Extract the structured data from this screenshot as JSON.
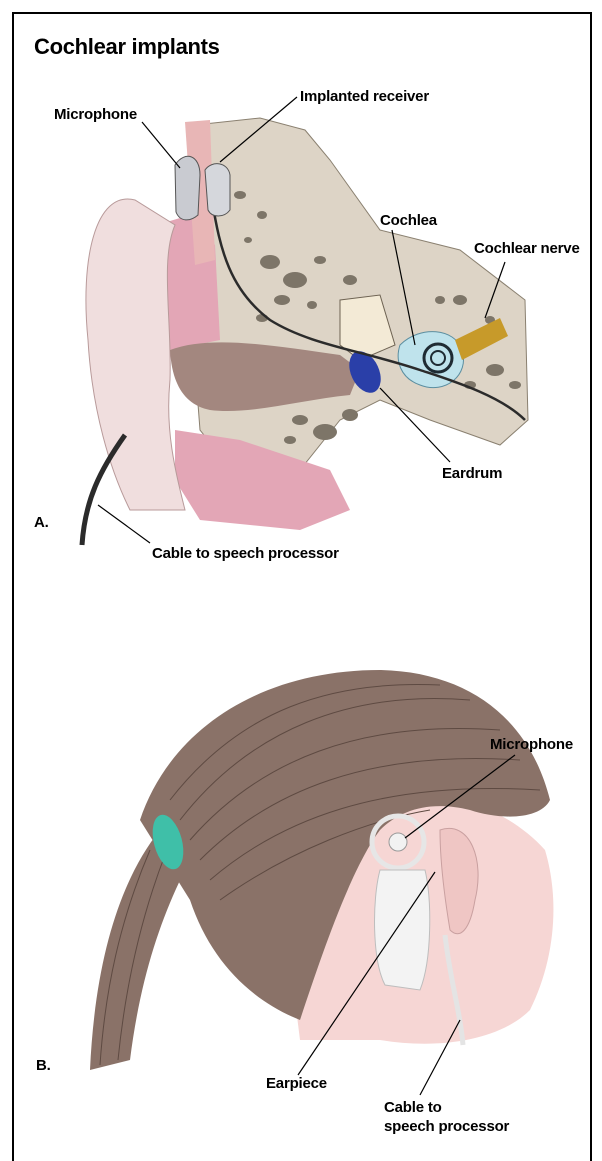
{
  "title": "Cochlear implants",
  "panel_a": {
    "letter": "A.",
    "labels": {
      "microphone": "Microphone",
      "implanted_receiver": "Implanted receiver",
      "cochlea": "Cochlea",
      "cochlear_nerve": "Cochlear nerve",
      "eardrum": "Eardrum",
      "cable": "Cable to speech processor"
    }
  },
  "panel_b": {
    "letter": "B.",
    "labels": {
      "microphone": "Microphone",
      "earpiece": "Earpiece",
      "cable_line1": "Cable to",
      "cable_line2": "speech processor"
    }
  },
  "colors": {
    "bone": "#ddd4c6",
    "skin": "#f0dede",
    "tissue_pink": "#e3a6b6",
    "ear_canal": "#a3877f",
    "cochlea_blue": "#bfe3ec",
    "eardrum_blue": "#2a3fa8",
    "nerve_gold": "#c79a2a",
    "hair": "#8a7268",
    "band_teal": "#3fbfa8",
    "face_skin": "#f6d6d4"
  }
}
